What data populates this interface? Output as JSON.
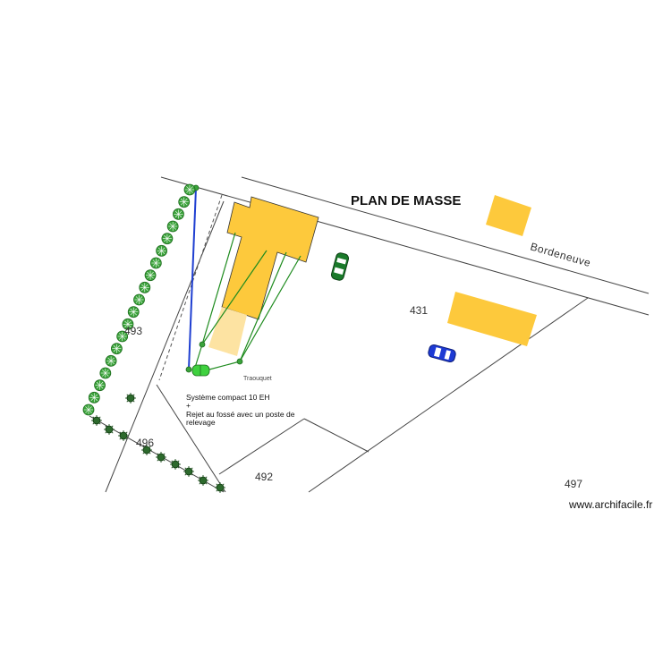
{
  "title": "PLAN DE MASSE",
  "road_name": "Bordeneuve",
  "locality": "Traouquet",
  "parcels": {
    "p431": "431",
    "p493": "493",
    "p496": "496",
    "p492": "492",
    "p497": "497"
  },
  "notes": {
    "line1": "Système compact 10 EH",
    "line2": "+",
    "line3": "Rejet au fossé avec un poste de",
    "line4": "relevage"
  },
  "watermark": "www.archifacile.fr",
  "colors": {
    "building": "#fdc93c",
    "building_light": "#fde3a2",
    "hedge": "#3aa33a",
    "pipe_green": "#1e8b1e",
    "pipe_blue": "#1f3fd1",
    "car_green": "#1a7a2a",
    "car_blue": "#1d3ad4",
    "cadastre_line": "#444444"
  }
}
